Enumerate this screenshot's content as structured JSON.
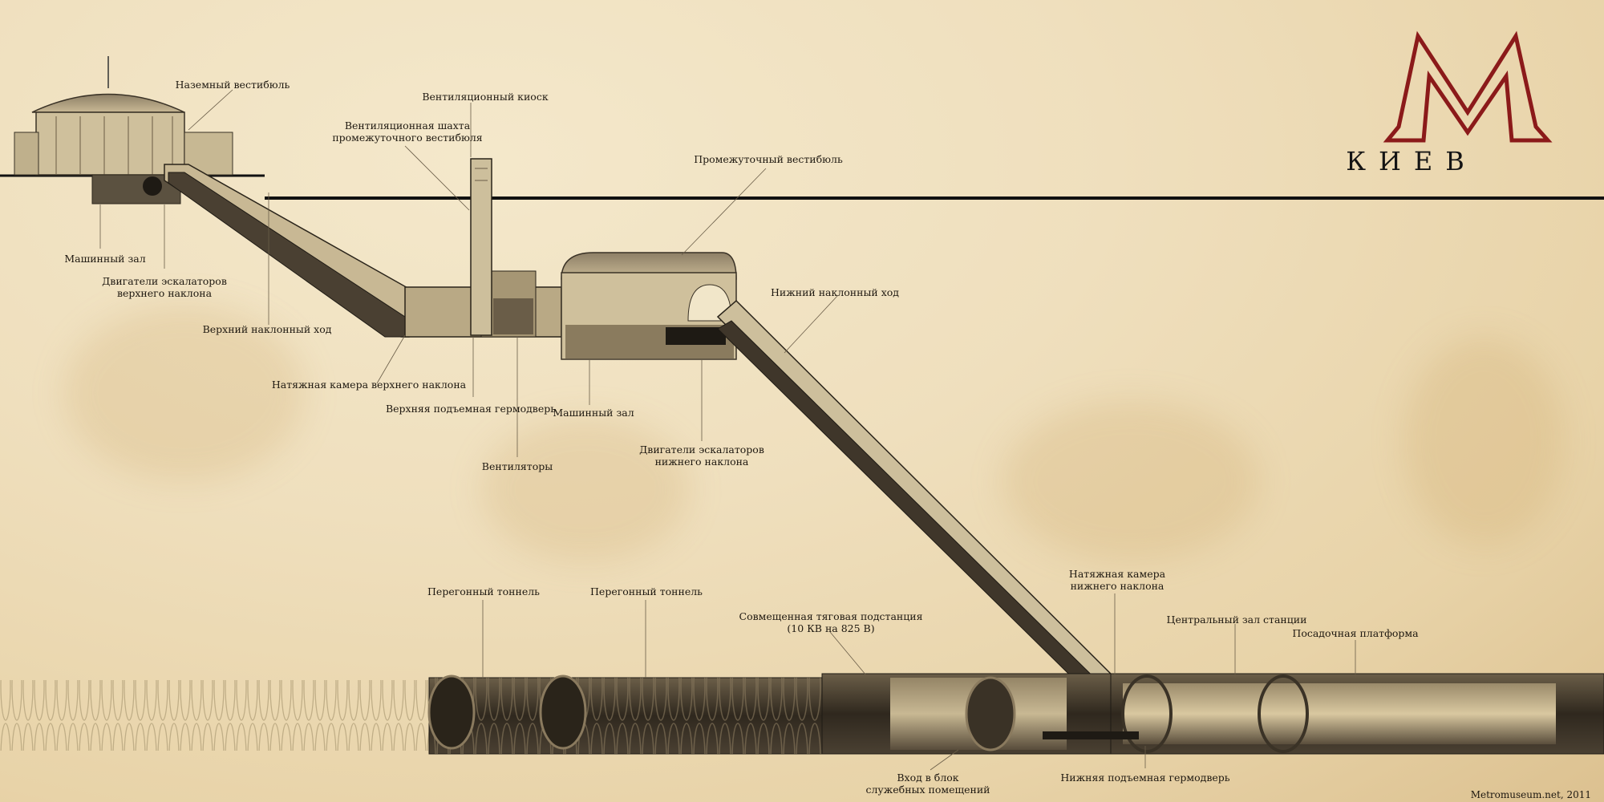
{
  "brand": {
    "city": "КИЕВ",
    "logo": "metro-m-logo",
    "logo_color": "#8b1a1a"
  },
  "credit": "Metromuseum.net, 2011",
  "labels": {
    "ground_vestibule": "Наземный вестибюль",
    "vent_kiosk": "Вентиляционный киоск",
    "vent_shaft_1": "Вентиляционная шахта",
    "vent_shaft_2": "промежуточного вестибюля",
    "intermediate_vestibule": "Промежуточный вестибюль",
    "machine_hall_upper": "Машинный зал",
    "upper_motors_1": "Двигатели эскалаторов",
    "upper_motors_2": "верхнего наклона",
    "upper_incline": "Верхний наклонный ход",
    "upper_tension": "Натяжная камера верхнего наклона",
    "upper_door": "Верхняя подъемная гермодверь",
    "fans": "Вентиляторы",
    "machine_hall_mid": "Машинный зал",
    "lower_motors_1": "Двигатели эскалаторов",
    "lower_motors_2": "нижнего наклона",
    "lower_incline": "Нижний наклонный ход",
    "tunnel_1": "Перегонный тоннель",
    "tunnel_2": "Перегонный тоннель",
    "substation_1": "Совмещенная тяговая подстанция",
    "substation_2": "(10 КВ на 825 В)",
    "lower_tension_1": "Натяжная камера",
    "lower_tension_2": "нижнего наклона",
    "central_hall": "Центральный зал станции",
    "platform": "Посадочная платформа",
    "service_1": "Вход в блок",
    "service_2": "служебных помещений",
    "lower_door": "Нижняя подъемная гермодверь"
  }
}
